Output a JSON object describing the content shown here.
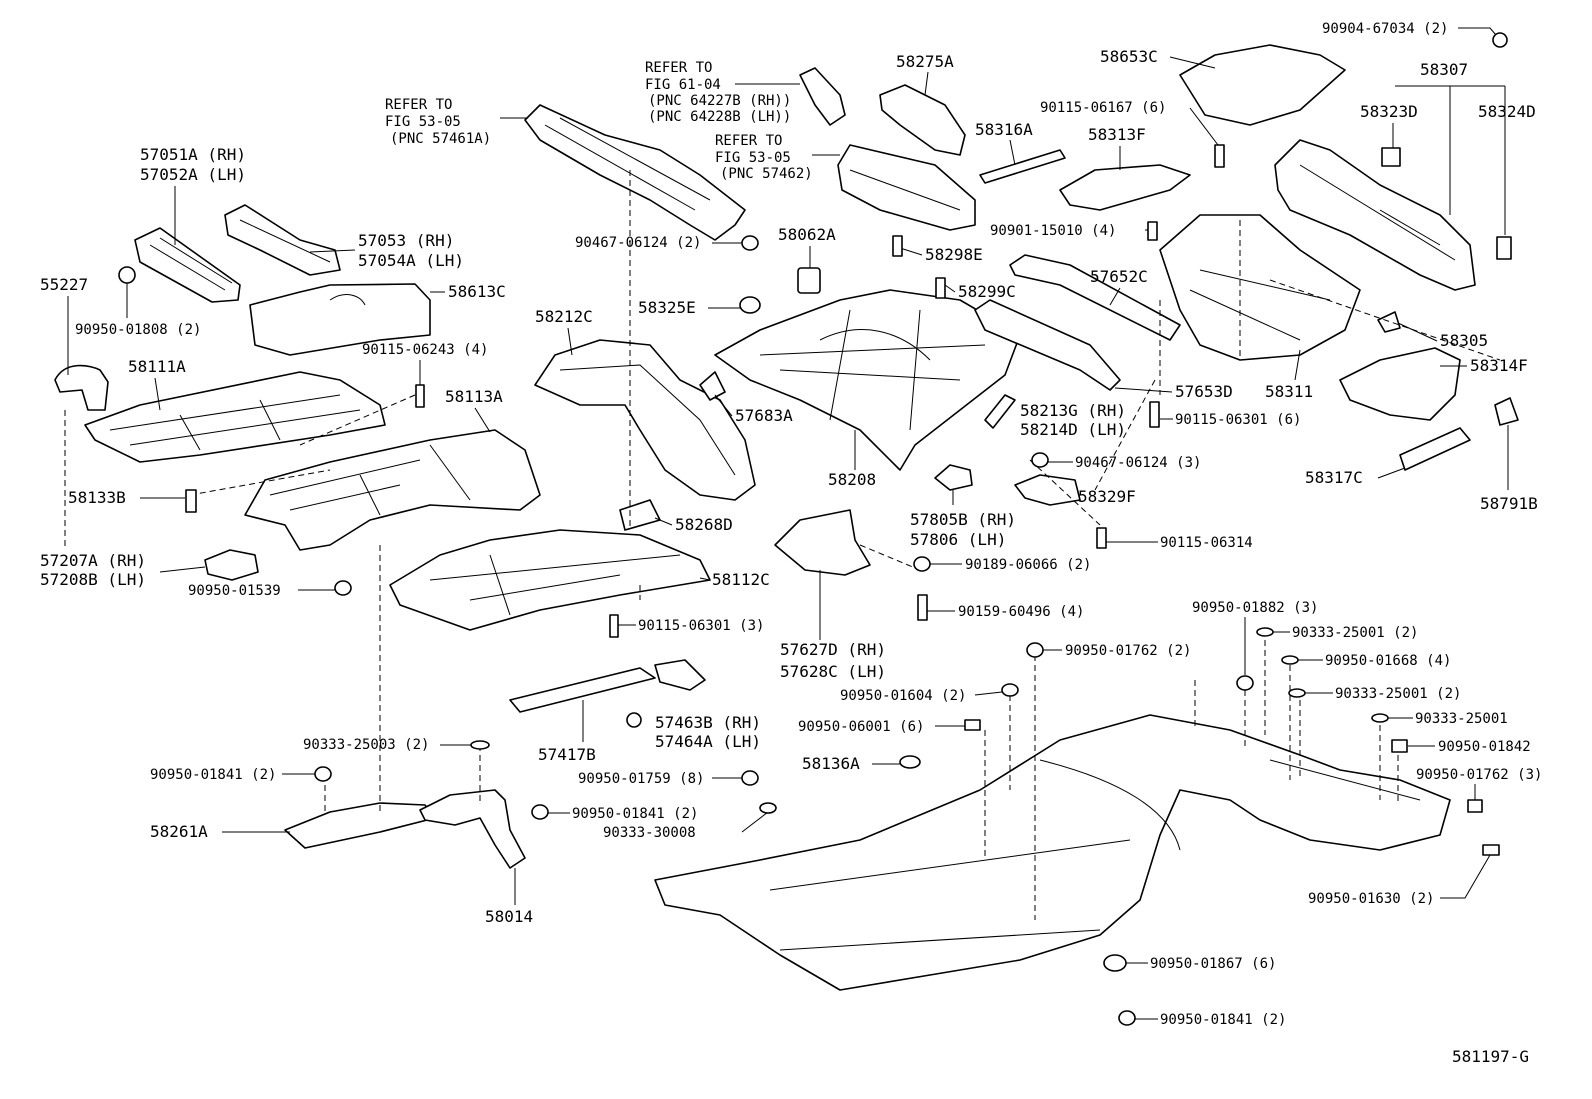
{
  "figure_id": "581197-G",
  "refs": {
    "r1": [
      "REFER TO",
      "FIG 53-05",
      "(PNC 57461A)"
    ],
    "r2": [
      "REFER TO",
      "FIG 61-04",
      "(PNC 64227B (RH))",
      "(PNC 64228B (LH))"
    ],
    "r3": [
      "REFER TO",
      "FIG 53-05",
      "(PNC 57462)"
    ]
  },
  "labels": {
    "p57051a": "57051A (RH)",
    "p57052a": "57052A (LH)",
    "p57053": "57053  (RH)",
    "p57054a": "57054A (LH)",
    "p55227": "55227",
    "p90950_01808": "90950-01808 (2)",
    "p58613c": "58613C",
    "p58111a": "58111A",
    "p90115_06243": "90115-06243 (4)",
    "p58113a": "58113A",
    "p58133b": "58133B",
    "p57207a": "57207A (RH)",
    "p57208b": "57208B (LH)",
    "p90950_01539": "90950-01539",
    "p58212c": "58212C",
    "p90467_06124_2": "90467-06124 (2)",
    "p58325e": "58325E",
    "p57683a": "57683A",
    "p58268d": "58268D",
    "p58112c": "58112C",
    "p90115_06301_3": "90115-06301 (3)",
    "p57417b": "57417B",
    "p57463b": "57463B (RH)",
    "p57464a": "57464A (LH)",
    "p90333_25003": "90333-25003 (2)",
    "p90950_01841_a": "90950-01841 (2)",
    "p90950_01841_b": "90950-01841 (2)",
    "p58261a": "58261A",
    "p58014": "58014",
    "p58275a": "58275A",
    "p58316a": "58316A",
    "p58062a": "58062A",
    "p58298e": "58298E",
    "p58299c": "58299C",
    "p58208": "58208",
    "p57627d": "57627D (RH)",
    "p57628c": "57628C (LH)",
    "p57805b": "57805B (RH)",
    "p57806": "57806  (LH)",
    "p58213g": "58213G (RH)",
    "p58214d": "58214D (LH)",
    "p90467_06124_3": "90467-06124 (3)",
    "p58329f": "58329F",
    "p90115_06314": "90115-06314",
    "p90189_06066": "90189-06066 (2)",
    "p90159_60496": "90159-60496 (4)",
    "p58653c": "58653C",
    "p90904_67034": "90904-67034 (2)",
    "p58307": "58307",
    "p58323d": "58323D",
    "p58324d": "58324D",
    "p90115_06167": "90115-06167 (6)",
    "p58313f": "58313F",
    "p90901_15010": "90901-15010 (4)",
    "p57652c": "57652C",
    "p58305": "58305",
    "p58311": "58311",
    "p57653d": "57653D",
    "p58314f": "58314F",
    "p90115_06301_6": "90115-06301 (6)",
    "p58317c": "58317C",
    "p58791b": "58791B",
    "p90950_01882": "90950-01882 (3)",
    "p90333_25001_2a": "90333-25001 (2)",
    "p90950_01762_2": "90950-01762 (2)",
    "p90950_01668": "90950-01668 (4)",
    "p90950_01604": "90950-01604 (2)",
    "p90333_25001_2b": "90333-25001 (2)",
    "p90950_06001": "90950-06001 (6)",
    "p90333_25001": "90333-25001",
    "p58136a": "58136A",
    "p90950_01842": "90950-01842",
    "p90950_01759": "90950-01759 (8)",
    "p90950_01762_3": "90950-01762 (3)",
    "p90333_30008": "90333-30008",
    "p90950_01630": "90950-01630 (2)",
    "p90950_01867": "90950-01867 (6)",
    "p90950_01841_c": "90950-01841 (2)"
  }
}
